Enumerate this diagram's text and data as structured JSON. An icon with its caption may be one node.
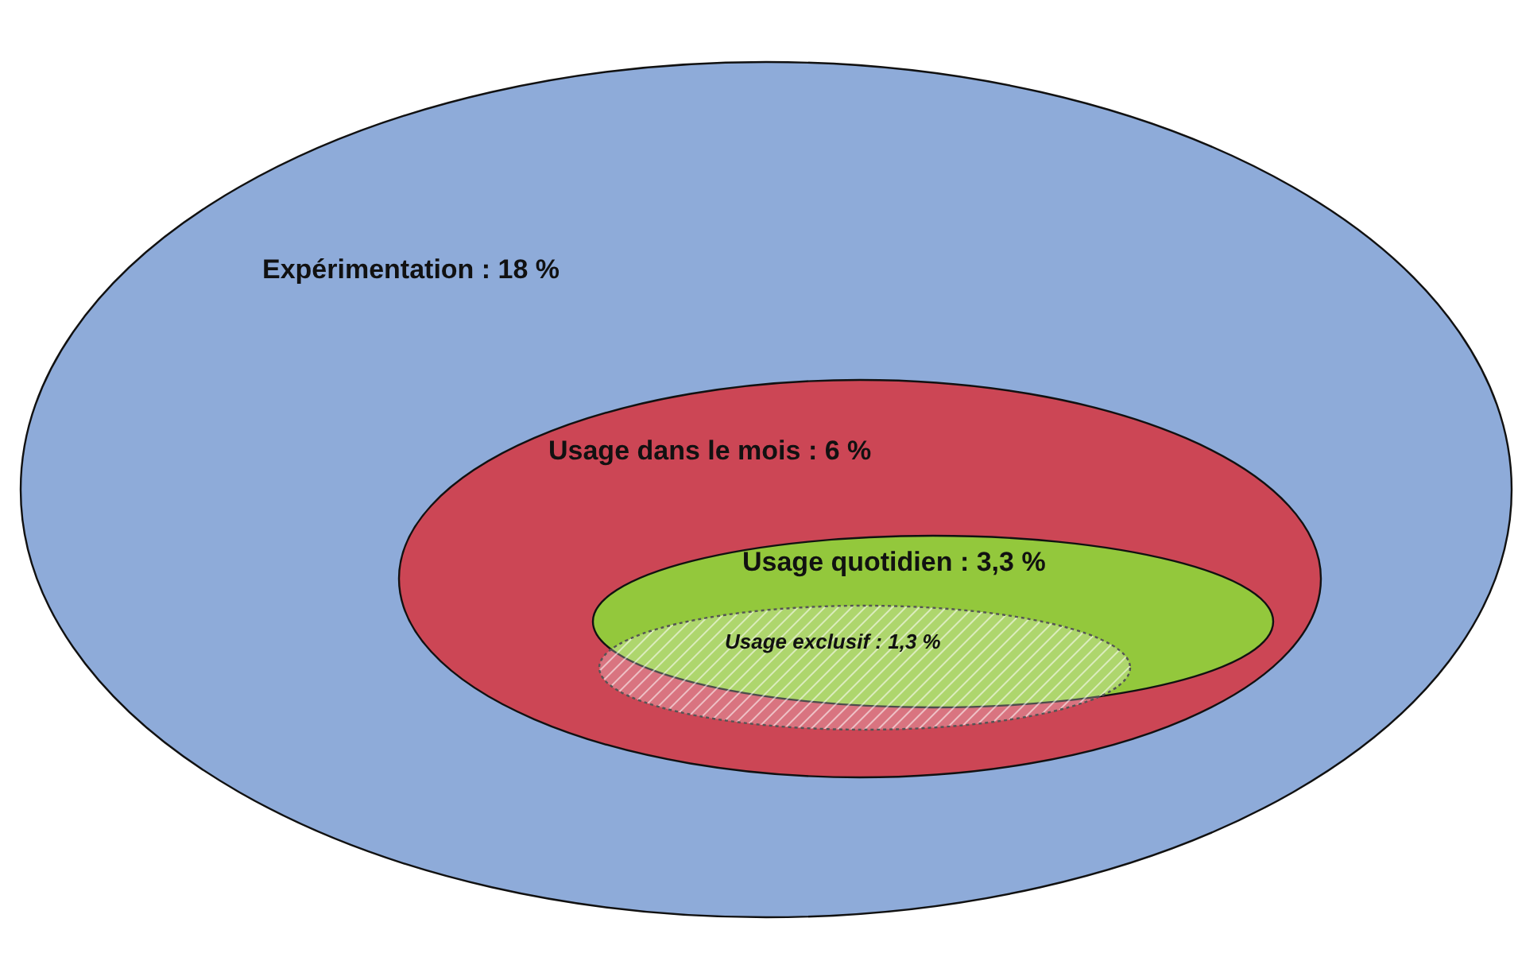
{
  "diagram": {
    "nodes": [
      {
        "text": [
          "Expérimentation : 18 %"
        ]
      },
      {
        "text": [
          "Usage dans le mois : 6 %"
        ],
        "in": 0
      },
      {
        "text": [
          "Usage quotidien : 3,3 %"
        ],
        "in": 1
      },
      {
        "text": [
          "Usage exclusif : 1,3 %"
        ],
        "in": 1
      }
    ]
  }
}
